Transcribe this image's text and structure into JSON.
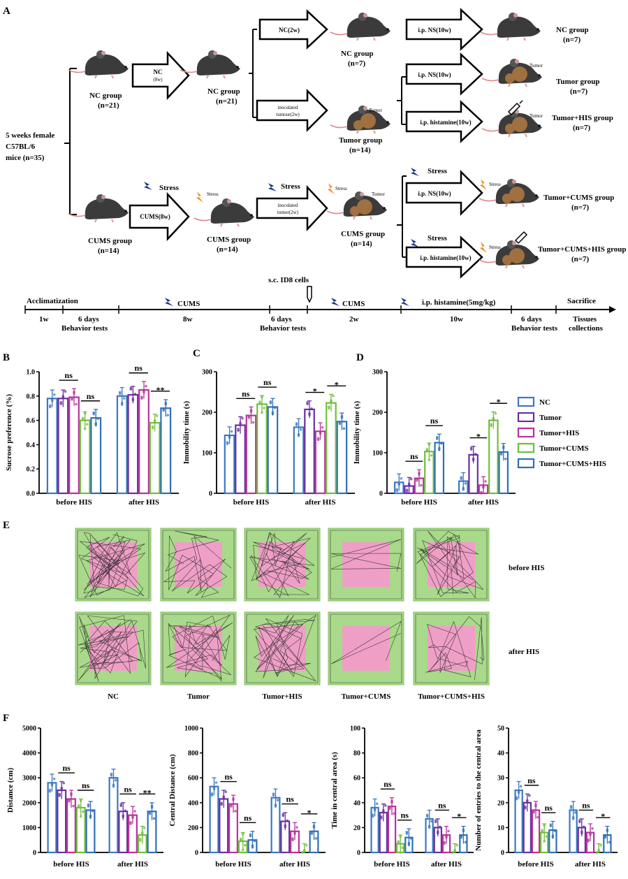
{
  "panels": {
    "A": "A",
    "B": "B",
    "C": "C",
    "D": "D",
    "E": "E",
    "F": "F"
  },
  "schematic": {
    "start": [
      "5 weeks female",
      "C57BL/6",
      "mice (n=35)"
    ],
    "nc_group_1": [
      "NC group",
      "(n=21)"
    ],
    "nc_group_2": [
      "NC group",
      "(n=21)"
    ],
    "arrow_nc8w": [
      "NC",
      "(8w)"
    ],
    "arrow_nc2w": "NC(2w)",
    "nc_group_3": [
      "NC group",
      "(n=7)"
    ],
    "arrow_inoc1": [
      "inoculated",
      "tumour(2w)"
    ],
    "tumor_group": [
      "Tumor group",
      "(n=14)"
    ],
    "arrow_ns_nc": "i.p. NS(10w)",
    "nc_group_final": [
      "NC group",
      "(n=7)"
    ],
    "arrow_ns_tumor": "i.p. NS(10w)",
    "tumor_group_final": [
      "Tumor group",
      "(n=7)"
    ],
    "arrow_his_tumor": "i.p. histamine(10w)",
    "tumor_his_final": [
      "Tumor+HIS group",
      "(n=7)"
    ],
    "stress": "Stress",
    "cums_start": [
      "CUMS group",
      "(n=14)"
    ],
    "arrow_cums8w": "CUMS(8w)",
    "cums_group_2": [
      "CUMS group",
      "(n=14)"
    ],
    "arrow_inoc2": [
      "inoculated",
      "tumor(2w)"
    ],
    "cums_group_3": [
      "CUMS group",
      "(n=14)"
    ],
    "arrow_ns_cums": "i.p. NS(10w)",
    "tumor_cums_final": [
      "Tumor+CUMS group",
      "(n=7)"
    ],
    "arrow_his_cums": "i.p. histamine(10w)",
    "tumor_cums_his_final": [
      "Tumor+CUMS+HIS group",
      "(n=7)"
    ],
    "tumor_tag": "Tumor",
    "sc_id8": "s.c. ID8 cells"
  },
  "timeline": {
    "acclimatization": "Acclimatization",
    "w1": "1w",
    "bt1": [
      "6 days",
      "Behavior tests"
    ],
    "cums1": "CUMS",
    "w8": "8w",
    "bt2": [
      "6 days",
      "Behavior tests"
    ],
    "cums2": "CUMS",
    "w2": "2w",
    "his": "i.p. histamine(5mg/kg)",
    "w10": "10w",
    "bt3": [
      "6 days",
      "Behavior tests"
    ],
    "sacrifice": "Sacrifice",
    "tissues": [
      "Tissues",
      "collections"
    ]
  },
  "legend": [
    "NC",
    "Tumor",
    "Tumor+HIS",
    "Tumor+CUMS",
    "Tumor+CUMS+HIS"
  ],
  "colors": [
    "#3a78c2",
    "#6a2fa0",
    "#b8339b",
    "#6fbf3a",
    "#2f6fb8"
  ],
  "groups": [
    "before HIS",
    "after HIS"
  ],
  "panel_E": {
    "rows": [
      "before HIS",
      "after HIS"
    ],
    "cols": [
      "NC",
      "Tumor",
      "Tumor+HIS",
      "Tumor+CUMS",
      "Tumor+CUMS+HIS"
    ]
  },
  "chart_data": [
    {
      "id": "B",
      "type": "bar",
      "ylabel": "Sucrose preference (%)",
      "ylim": [
        0,
        1.0
      ],
      "yticks": [
        "0.0",
        "0.2",
        "0.4",
        "0.6",
        "0.8",
        "1.0"
      ],
      "categories": [
        "before HIS",
        "after HIS"
      ],
      "series": [
        {
          "name": "NC",
          "values": [
            0.78,
            0.8
          ]
        },
        {
          "name": "Tumor",
          "values": [
            0.78,
            0.81
          ]
        },
        {
          "name": "Tumor+HIS",
          "values": [
            0.79,
            0.85
          ]
        },
        {
          "name": "Tumor+CUMS",
          "values": [
            0.6,
            0.58
          ]
        },
        {
          "name": "Tumor+CUMS+HIS",
          "values": [
            0.62,
            0.7
          ]
        }
      ],
      "sig": [
        [
          "ns",
          "ns"
        ],
        [
          "ns",
          "**"
        ]
      ]
    },
    {
      "id": "C",
      "type": "bar",
      "ylabel": "Immobility time (s)",
      "ylim": [
        0,
        300
      ],
      "yticks": [
        "0",
        "100",
        "200",
        "300"
      ],
      "categories": [
        "before HIS",
        "after HIS"
      ],
      "series": [
        {
          "name": "NC",
          "values": [
            143,
            163
          ]
        },
        {
          "name": "Tumor",
          "values": [
            168,
            207
          ]
        },
        {
          "name": "Tumor+HIS",
          "values": [
            192,
            153
          ]
        },
        {
          "name": "Tumor+CUMS",
          "values": [
            220,
            223
          ]
        },
        {
          "name": "Tumor+CUMS+HIS",
          "values": [
            213,
            177
          ]
        }
      ],
      "sig": [
        [
          "ns",
          "ns"
        ],
        [
          "*",
          "*"
        ]
      ]
    },
    {
      "id": "D",
      "type": "bar",
      "ylabel": "Immobility time (s)",
      "ylim": [
        0,
        300
      ],
      "yticks": [
        "0",
        "100",
        "200",
        "300"
      ],
      "categories": [
        "before HIS",
        "after HIS"
      ],
      "series": [
        {
          "name": "NC",
          "values": [
            27,
            30
          ]
        },
        {
          "name": "Tumor",
          "values": [
            18,
            95
          ]
        },
        {
          "name": "Tumor+HIS",
          "values": [
            37,
            20
          ]
        },
        {
          "name": "Tumor+CUMS",
          "values": [
            103,
            180
          ]
        },
        {
          "name": "Tumor+CUMS+HIS",
          "values": [
            125,
            102
          ]
        }
      ],
      "sig": [
        [
          "ns",
          "ns"
        ],
        [
          "*",
          "*"
        ]
      ]
    },
    {
      "id": "F1",
      "type": "bar",
      "ylabel": "Distance (cm)",
      "ylim": [
        0,
        5000
      ],
      "yticks": [
        "0",
        "1000",
        "2000",
        "3000",
        "4000",
        "5000"
      ],
      "categories": [
        "before HIS",
        "after HIS"
      ],
      "series": [
        {
          "name": "NC",
          "values": [
            2800,
            3000
          ]
        },
        {
          "name": "Tumor",
          "values": [
            2500,
            1650
          ]
        },
        {
          "name": "Tumor+HIS",
          "values": [
            2150,
            1500
          ]
        },
        {
          "name": "Tumor+CUMS",
          "values": [
            1800,
            700
          ]
        },
        {
          "name": "Tumor+CUMS+HIS",
          "values": [
            1700,
            1650
          ]
        }
      ],
      "sig": [
        [
          "ns",
          "ns"
        ],
        [
          "ns",
          "**"
        ]
      ]
    },
    {
      "id": "F2",
      "type": "bar",
      "ylabel": "Central Distance (cm)",
      "ylim": [
        0,
        1000
      ],
      "yticks": [
        "0",
        "200",
        "400",
        "600",
        "800",
        "1000"
      ],
      "categories": [
        "before HIS",
        "after HIS"
      ],
      "series": [
        {
          "name": "NC",
          "values": [
            530,
            440
          ]
        },
        {
          "name": "Tumor",
          "values": [
            430,
            250
          ]
        },
        {
          "name": "Tumor+HIS",
          "values": [
            390,
            170
          ]
        },
        {
          "name": "Tumor+CUMS",
          "values": [
            90,
            0
          ]
        },
        {
          "name": "Tumor+CUMS+HIS",
          "values": [
            100,
            170
          ]
        }
      ],
      "sig": [
        [
          "ns",
          "ns"
        ],
        [
          "ns",
          "*"
        ]
      ]
    },
    {
      "id": "F3",
      "type": "bar",
      "ylabel": "Time in central area (s)",
      "ylim": [
        0,
        100
      ],
      "yticks": [
        "0",
        "20",
        "40",
        "60",
        "80",
        "100"
      ],
      "categories": [
        "before HIS",
        "after HIS"
      ],
      "series": [
        {
          "name": "NC",
          "values": [
            36,
            27
          ]
        },
        {
          "name": "Tumor",
          "values": [
            32,
            20
          ]
        },
        {
          "name": "Tumor+HIS",
          "values": [
            37,
            14
          ]
        },
        {
          "name": "Tumor+CUMS",
          "values": [
            7,
            0
          ]
        },
        {
          "name": "Tumor+CUMS+HIS",
          "values": [
            12,
            14
          ]
        }
      ],
      "sig": [
        [
          "ns",
          "ns"
        ],
        [
          "ns",
          "*"
        ]
      ]
    },
    {
      "id": "F4",
      "type": "bar",
      "ylabel": "Number of entries to the central area",
      "ylim": [
        0,
        50
      ],
      "yticks": [
        "0",
        "10",
        "20",
        "30",
        "40",
        "50"
      ],
      "categories": [
        "before HIS",
        "after HIS"
      ],
      "series": [
        {
          "name": "NC",
          "values": [
            25,
            17
          ]
        },
        {
          "name": "Tumor",
          "values": [
            20,
            10
          ]
        },
        {
          "name": "Tumor+HIS",
          "values": [
            17,
            8
          ]
        },
        {
          "name": "Tumor+CUMS",
          "values": [
            8,
            0
          ]
        },
        {
          "name": "Tumor+CUMS+HIS",
          "values": [
            9,
            7
          ]
        }
      ],
      "sig": [
        [
          "ns",
          "ns"
        ],
        [
          "ns",
          "*"
        ]
      ]
    }
  ]
}
